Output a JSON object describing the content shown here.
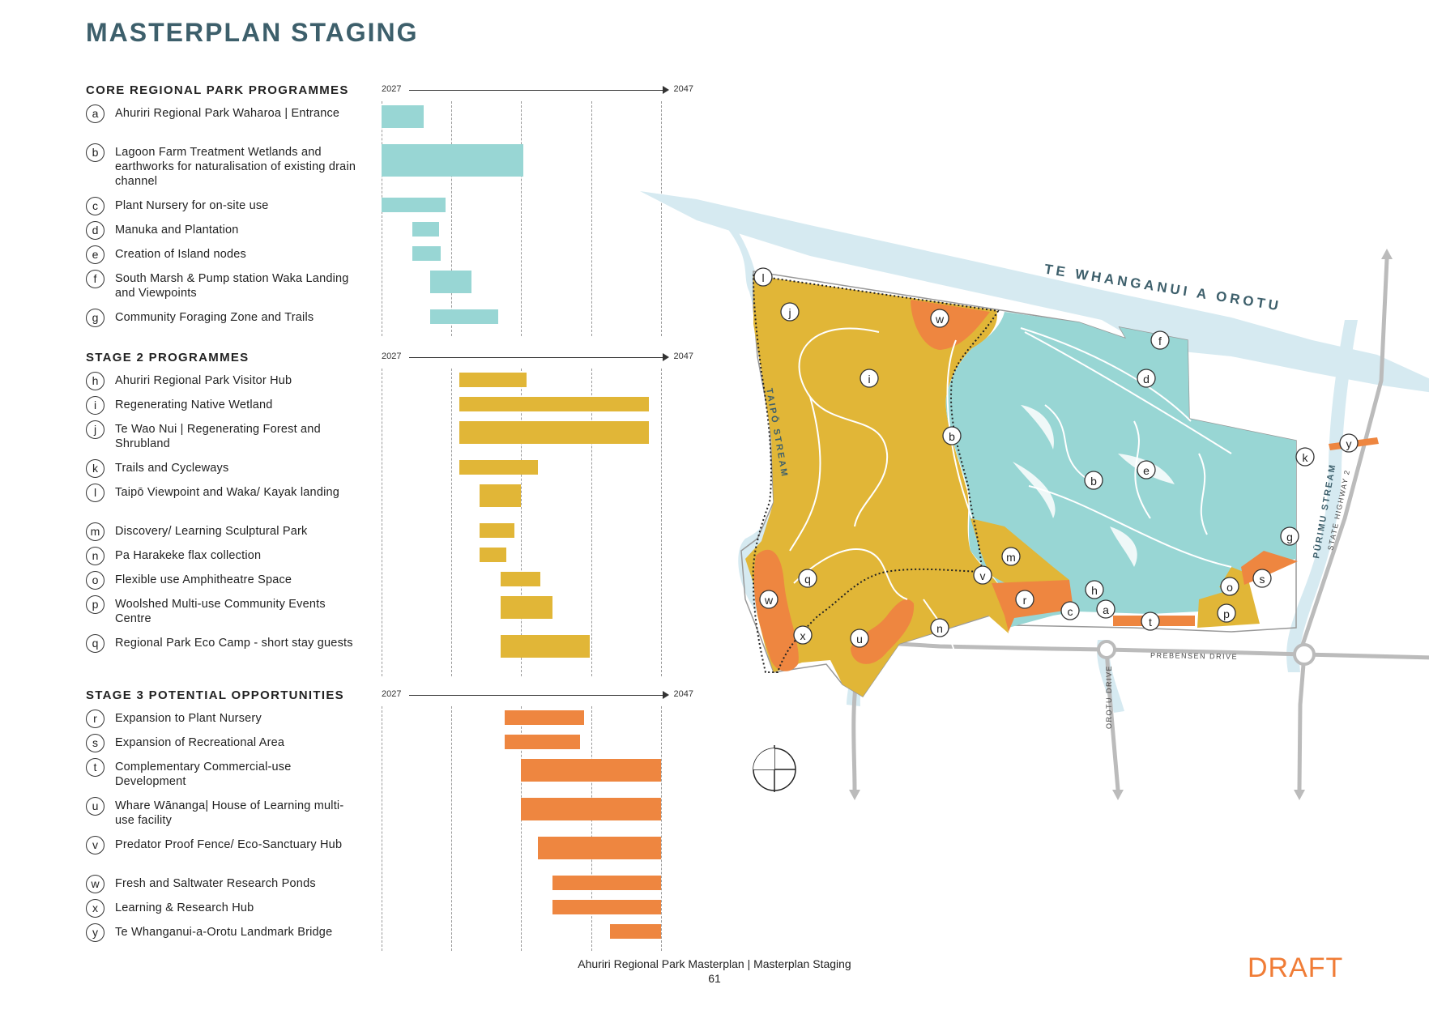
{
  "page": {
    "title": "MASTERPLAN STAGING",
    "footer_line1": "Ahuriri Regional Park Masterplan | Masterplan Staging",
    "footer_line2": "61",
    "draft": "DRAFT"
  },
  "colors": {
    "core": "#98d6d4",
    "stage2": "#e1b637",
    "stage3": "#ee8640",
    "water": "#d6eaf1",
    "title": "#3d5f6b"
  },
  "timeline": {
    "start": "2027",
    "end": "2047"
  },
  "sections": [
    {
      "title": "CORE REGIONAL PARK PROGRAMMES",
      "items": [
        {
          "letter": "a",
          "label": "Ahuriri Regional Park Waharoa | Entrance",
          "start": 0.0,
          "end": 0.152
        },
        {
          "letter": "b",
          "label": "Lagoon Farm Treatment Wetlands and earthworks for naturalisation of existing drain channel",
          "start": 0.0,
          "end": 0.508
        },
        {
          "letter": "c",
          "label": "Plant Nursery for on-site use",
          "start": 0.0,
          "end": 0.229
        },
        {
          "letter": "d",
          "label": "Manuka and Plantation",
          "start": 0.11,
          "end": 0.205
        },
        {
          "letter": "e",
          "label": "Creation of Island nodes",
          "start": 0.11,
          "end": 0.213
        },
        {
          "letter": "f",
          "label": "South Marsh & Pump station Waka Landing and Viewpoints",
          "start": 0.175,
          "end": 0.322
        },
        {
          "letter": "g",
          "label": "Community Foraging Zone and Trails",
          "start": 0.175,
          "end": 0.416
        }
      ]
    },
    {
      "title": "STAGE 2 PROGRAMMES",
      "items": [
        {
          "letter": "h",
          "label": "Ahuriri Regional Park Visitor Hub",
          "start": 0.278,
          "end": 0.518
        },
        {
          "letter": "i",
          "label": "Regenerating Native Wetland",
          "start": 0.278,
          "end": 0.957
        },
        {
          "letter": "j",
          "label": "Te Wao Nui | Regenerating Forest and Shrubland",
          "start": 0.278,
          "end": 0.957
        },
        {
          "letter": "k",
          "label": "Trails and Cycleways",
          "start": 0.278,
          "end": 0.558
        },
        {
          "letter": "l",
          "label": "Taipō Viewpoint and Waka/ Kayak landing",
          "start": 0.35,
          "end": 0.498
        },
        {
          "letter": "m",
          "label": "Discovery/ Learning Sculptural Park",
          "start": 0.35,
          "end": 0.474
        },
        {
          "letter": "n",
          "label": "Pa Harakeke flax collection",
          "start": 0.35,
          "end": 0.447
        },
        {
          "letter": "o",
          "label": "Flexible use Amphitheatre Space",
          "start": 0.427,
          "end": 0.567
        },
        {
          "letter": "p",
          "label": "Woolshed Multi-use Community Events Centre",
          "start": 0.427,
          "end": 0.611
        },
        {
          "letter": "q",
          "label": "Regional Park Eco Camp - short stay guests",
          "start": 0.427,
          "end": 0.745
        }
      ]
    },
    {
      "title": "STAGE 3 POTENTIAL OPPORTUNITIES",
      "items": [
        {
          "letter": "r",
          "label": "Expansion to Plant Nursery",
          "start": 0.442,
          "end": 0.726
        },
        {
          "letter": "s",
          "label": "Expansion of Recreational Area",
          "start": 0.442,
          "end": 0.71
        },
        {
          "letter": "t",
          "label": "Complementary Commercial-use Development",
          "start": 0.498,
          "end": 1.0
        },
        {
          "letter": "u",
          "label": "Whare Wānanga| House of Learning multi-use facility",
          "start": 0.498,
          "end": 1.0
        },
        {
          "letter": "v",
          "label": "Predator Proof Fence/ Eco-Sanctuary Hub",
          "start": 0.558,
          "end": 1.0
        },
        {
          "letter": "w",
          "label": "Fresh and Saltwater Research Ponds",
          "start": 0.611,
          "end": 1.0
        },
        {
          "letter": "x",
          "label": "Learning & Research Hub",
          "start": 0.611,
          "end": 1.0
        },
        {
          "letter": "y",
          "label": "Te Whanganui-a-Orotu Landmark Bridge",
          "start": 0.817,
          "end": 1.0
        }
      ]
    }
  ],
  "map": {
    "labels": {
      "lagoon": "TE WHANGANUI A OROTU",
      "taipo": "TAIPŌ STREAM",
      "purimu": "PŪRIMU STREAM",
      "highway": "STATE HIGHWAY 2",
      "prebensen": "PREBENSEN DRIVE",
      "orotu": "OROTU DRIVE"
    },
    "markers": [
      "l",
      "j",
      "w",
      "i",
      "f",
      "d",
      "b",
      "b",
      "e",
      "k",
      "y",
      "g",
      "m",
      "v",
      "r",
      "h",
      "c",
      "a",
      "t",
      "o",
      "s",
      "p",
      "q",
      "w",
      "x",
      "u",
      "n"
    ]
  }
}
